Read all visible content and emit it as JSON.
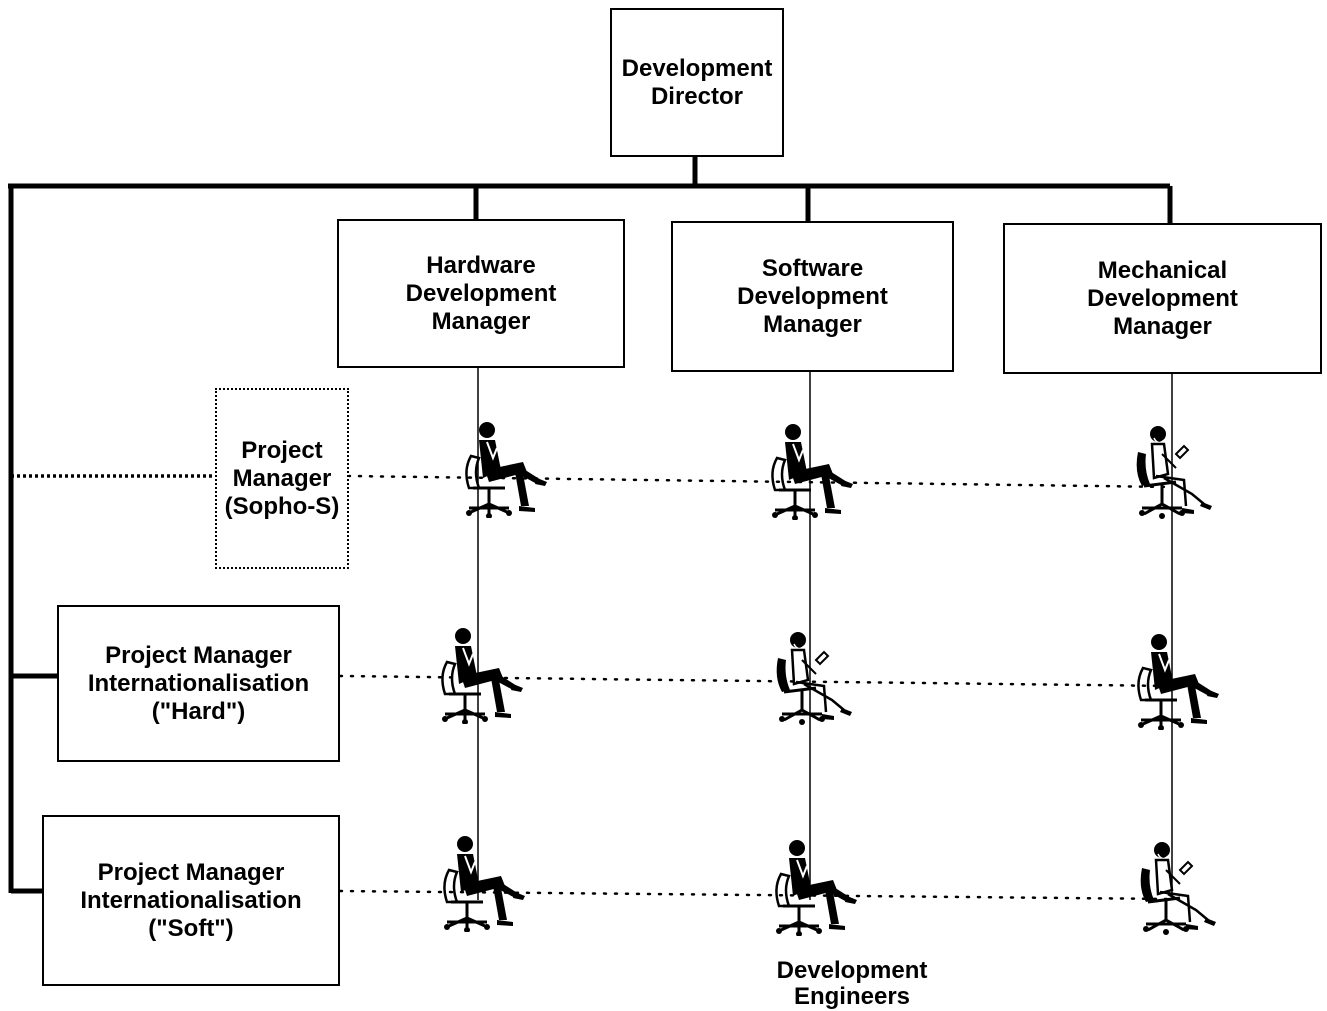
{
  "boxes": {
    "director": "Development\nDirector",
    "hardware_manager": "Hardware\nDevelopment\nManager",
    "software_manager": "Software\nDevelopment\nManager",
    "mechanical_manager": "Mechanical\nDevelopment\nManager",
    "pm_sopho": "Project\nManager\n(Sopho-S)",
    "pm_hard": "Project Manager\nInternationalisation\n(\"Hard\")",
    "pm_soft": "Project  Manager\nInternationalisation\n(\"Soft\")"
  },
  "caption": "Development\nEngineers",
  "engineers": [
    {
      "row": 1,
      "column": "hardware",
      "figure": "man-seated-icon"
    },
    {
      "row": 1,
      "column": "software",
      "figure": "man-seated-icon"
    },
    {
      "row": 1,
      "column": "mechanical",
      "figure": "woman-seated-icon"
    },
    {
      "row": 2,
      "column": "hardware",
      "figure": "man-seated-icon"
    },
    {
      "row": 2,
      "column": "software",
      "figure": "woman-seated-icon"
    },
    {
      "row": 2,
      "column": "mechanical",
      "figure": "man-seated-icon"
    },
    {
      "row": 3,
      "column": "hardware",
      "figure": "man-seated-icon"
    },
    {
      "row": 3,
      "column": "software",
      "figure": "man-seated-icon"
    },
    {
      "row": 3,
      "column": "mechanical",
      "figure": "woman-seated-icon"
    }
  ]
}
